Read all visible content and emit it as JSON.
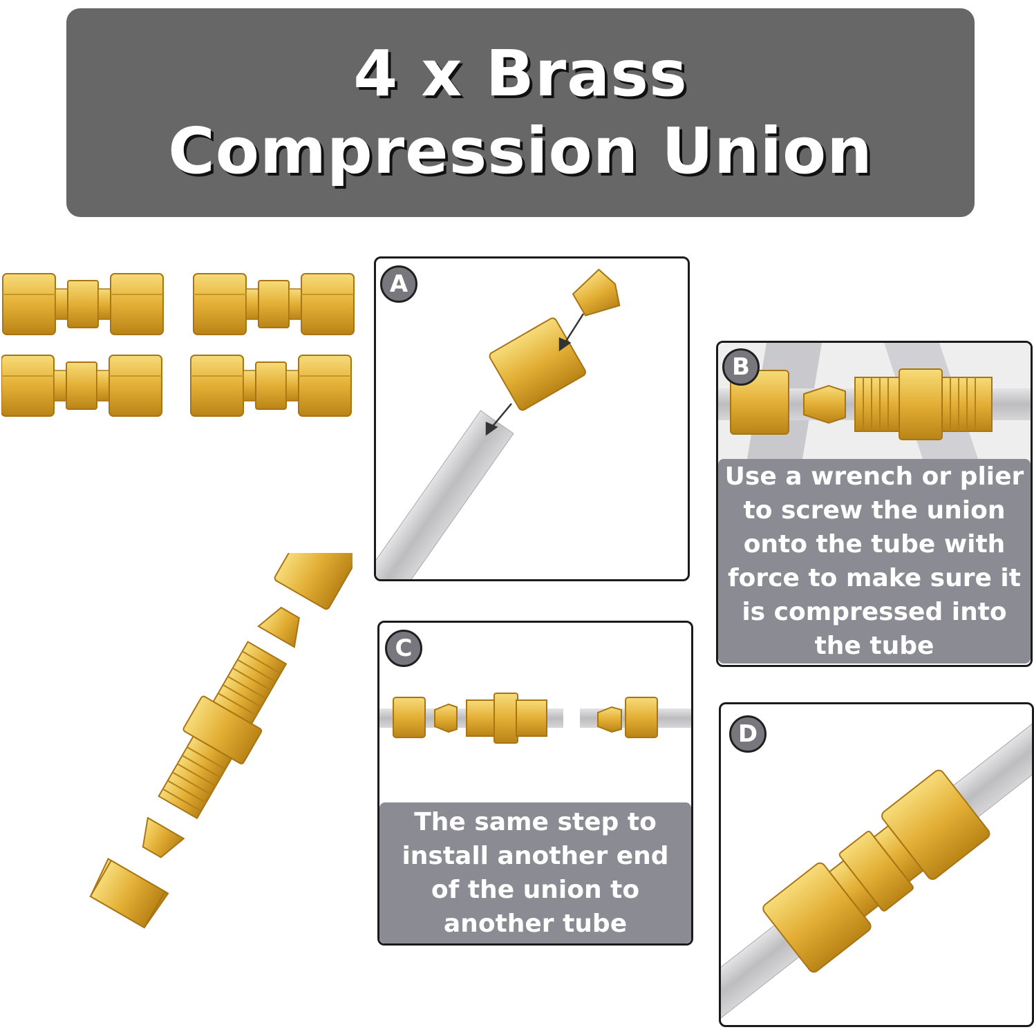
{
  "title": "4 x Brass Compression Union",
  "steps": {
    "a": {
      "badge": "A"
    },
    "b": {
      "badge": "B",
      "caption": "Use a wrench or plier to screw the union onto the tube with force to make sure it is compressed into the tube"
    },
    "c": {
      "badge": "C",
      "caption": "The same step to install another end of the union to another tube"
    },
    "d": {
      "badge": "D"
    }
  },
  "colors": {
    "banner": "#676767",
    "caption": "#8b8b93",
    "brass": "#e7b63f",
    "tube": "#c9c9cb"
  }
}
